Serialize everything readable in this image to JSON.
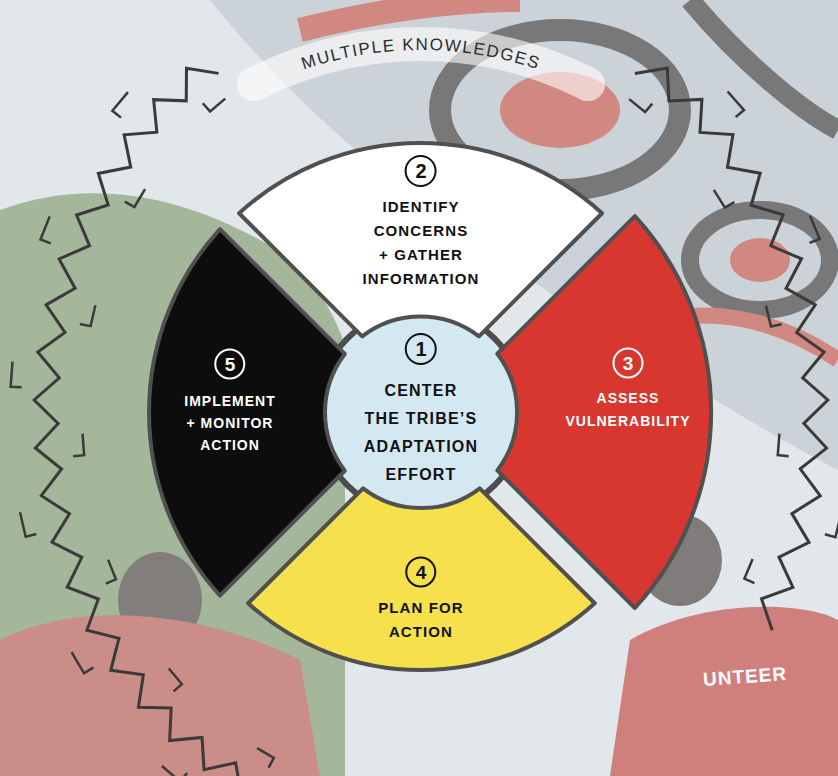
{
  "diagram": {
    "nodes": [
      {
        "text": [
          "1",
          "CENTER THE TRIBE’S ADAPTATION EFFORT"
        ]
      },
      {
        "text": [
          "2",
          "IDENTIFY CONCERNS + GATHER INFORMATION"
        ]
      },
      {
        "text": [
          "3",
          "ASSESS VULNERABILITY"
        ]
      },
      {
        "text": [
          "4",
          "PLAN FOR ACTION"
        ]
      },
      {
        "text": [
          "5",
          "IMPLEMENT + MONITOR ACTION"
        ]
      }
    ],
    "labels": [
      "MULTIPLE KNOWLEDGES",
      "UNTEER"
    ]
  }
}
